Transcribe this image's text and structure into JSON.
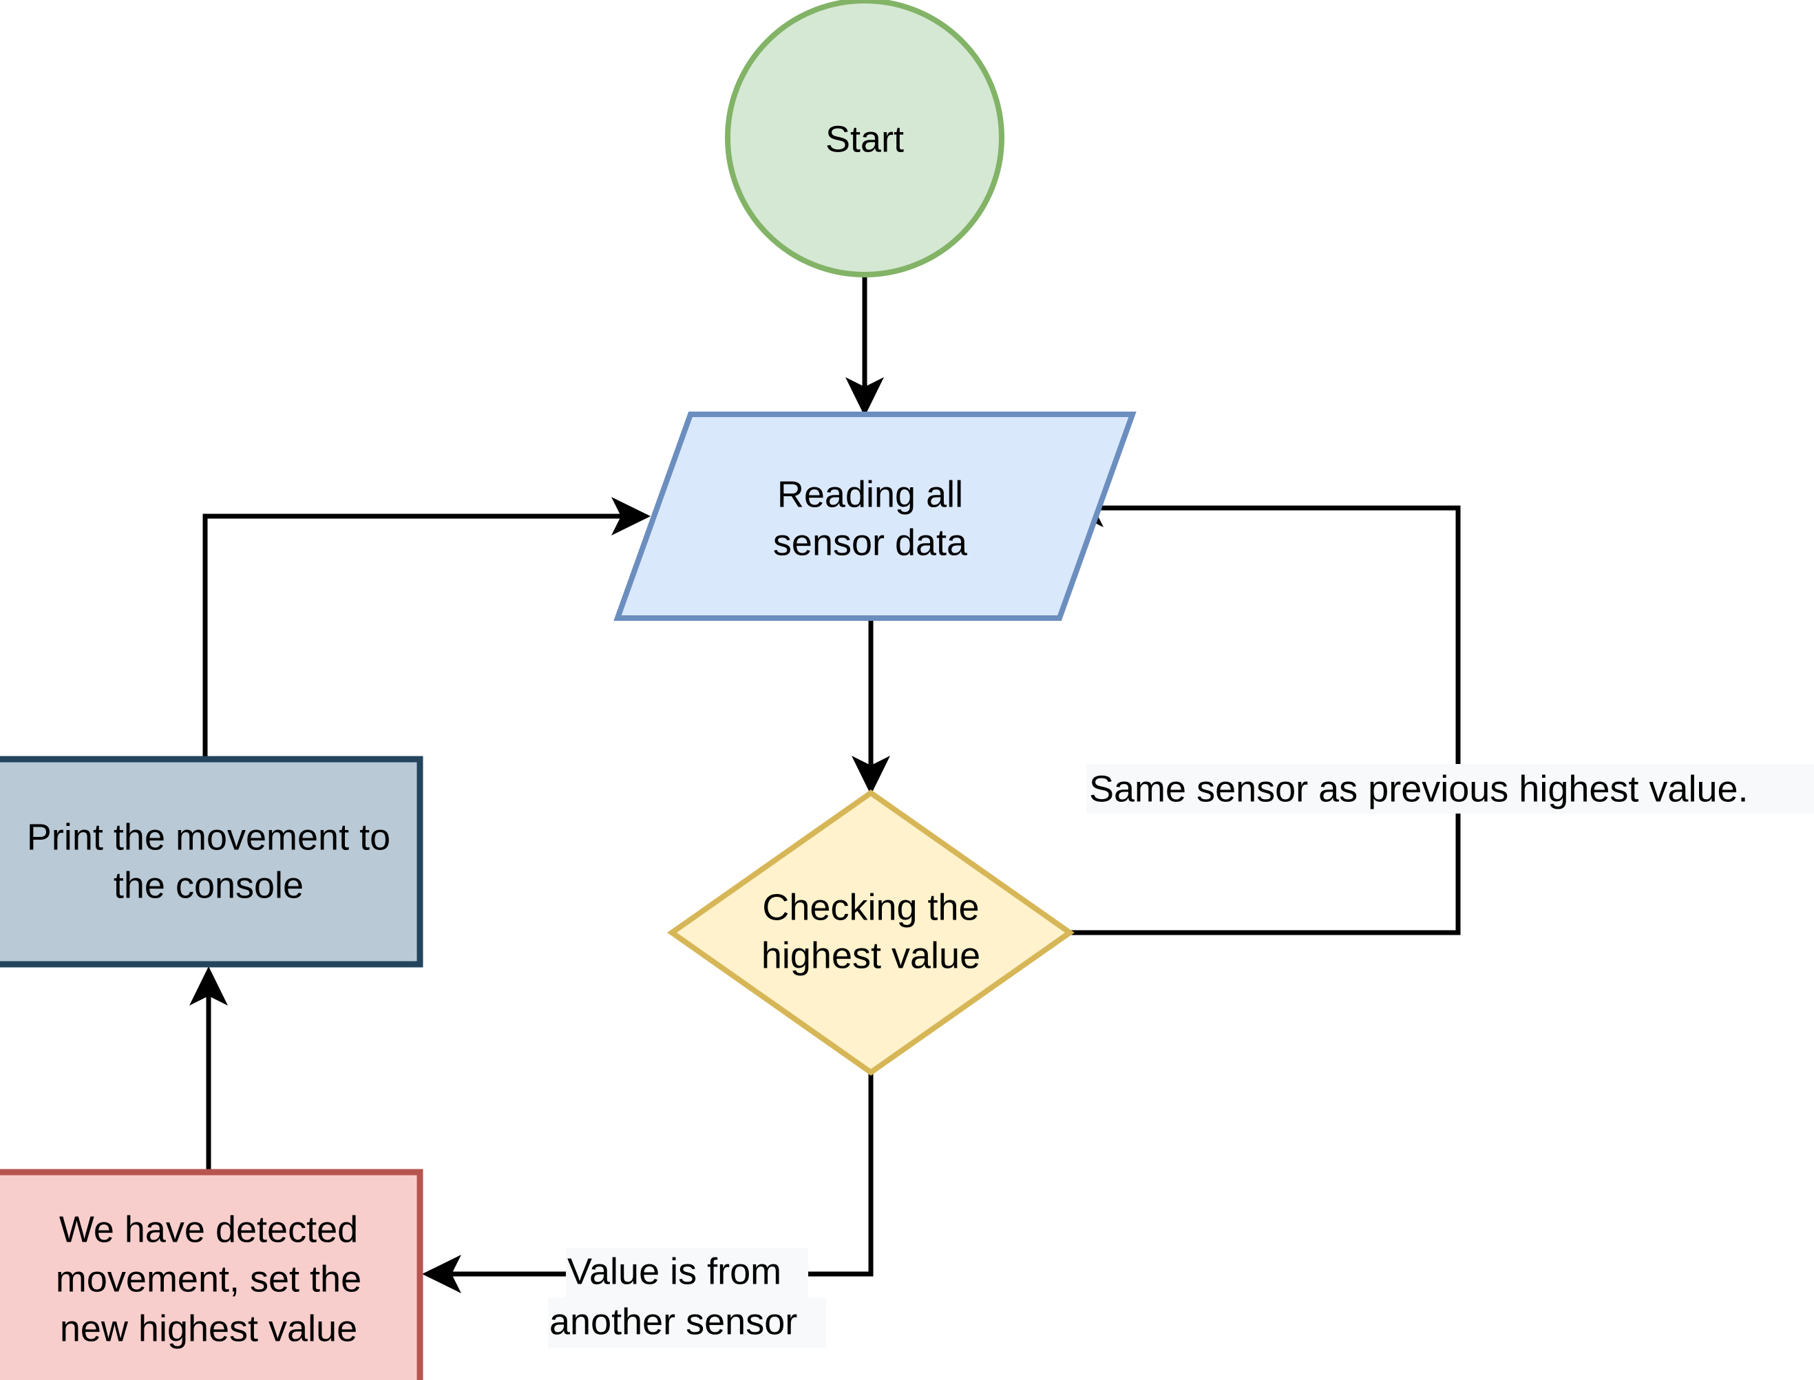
{
  "diagram": {
    "title": "Sensor movement detection flowchart",
    "type": "flowchart",
    "background": "#ffffff",
    "edge_color": "#000000"
  },
  "nodes": {
    "start": {
      "label": "Start",
      "shape": "circle",
      "fill": "#d5e8d4",
      "stroke": "#82b366"
    },
    "reading": {
      "label_line1": "Reading all",
      "label_line2": "sensor data",
      "shape": "parallelogram",
      "fill": "#dae8fc",
      "stroke": "#6c8ebf"
    },
    "checking": {
      "label_line1": "Checking the",
      "label_line2": "highest value",
      "shape": "diamond",
      "fill": "#fff2cc",
      "stroke": "#d6b656"
    },
    "print": {
      "label_line1": "Print the movement to",
      "label_line2": "the console",
      "shape": "rectangle",
      "fill": "#b9c9d5",
      "stroke": "#23445d"
    },
    "detected": {
      "label_line1": "We have detected",
      "label_line2": "movement, set the",
      "label_line3": "new highest value",
      "shape": "rectangle",
      "fill": "#f8cecc",
      "stroke": "#b85450"
    }
  },
  "edges": {
    "start_to_reading": {
      "label": ""
    },
    "reading_to_checking": {
      "label": ""
    },
    "checking_same_sensor": {
      "label": "Same sensor as previous highest value."
    },
    "checking_another_sensor_line1": {
      "label": "Value is from"
    },
    "checking_another_sensor_line2": {
      "label": "another sensor"
    },
    "detected_to_print": {
      "label": ""
    },
    "print_to_reading": {
      "label": ""
    }
  }
}
